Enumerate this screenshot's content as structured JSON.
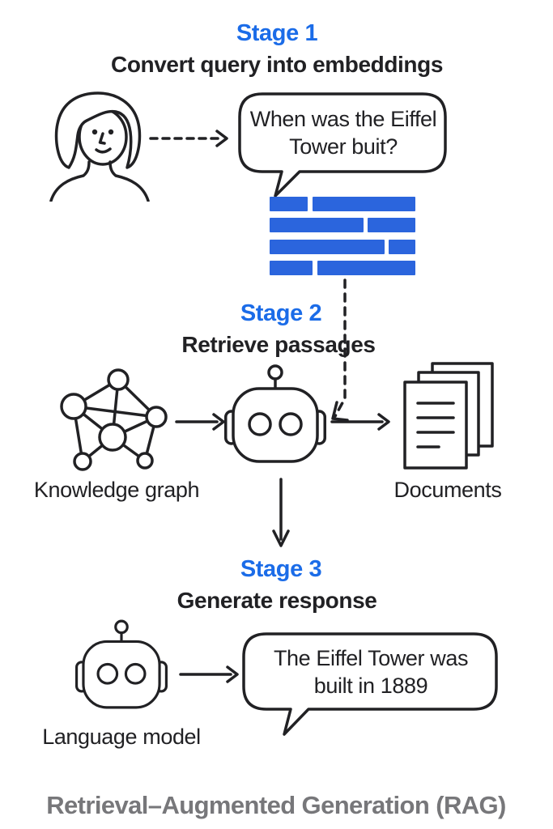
{
  "colors": {
    "accent": "#1b6ce8",
    "ink": "#212124",
    "muted": "#77777a",
    "embedding_blue": "#2b65dd"
  },
  "stage1": {
    "label": "Stage 1",
    "title": "Convert query into embeddings",
    "bubble": "When was the Eiffel Tower buit?"
  },
  "stage2": {
    "label": "Stage 2",
    "title": "Retrieve passages",
    "left_label": "Knowledge graph",
    "right_label": "Documents"
  },
  "stage3": {
    "label": "Stage 3",
    "title": "Generate response",
    "left_label": "Language model",
    "bubble": "The Eiffel Tower was built in 1889"
  },
  "caption": "Retrieval–Augmented Generation (RAG)",
  "embeddings": {
    "rows": [
      [
        47,
        127
      ],
      [
        116,
        59
      ],
      [
        142,
        33
      ],
      [
        53,
        121
      ]
    ]
  },
  "icons": [
    "user-icon",
    "speech-bubble-icon",
    "embedding-blocks-icon",
    "knowledge-graph-icon",
    "robot-icon",
    "documents-icon",
    "language-model-robot-icon"
  ]
}
